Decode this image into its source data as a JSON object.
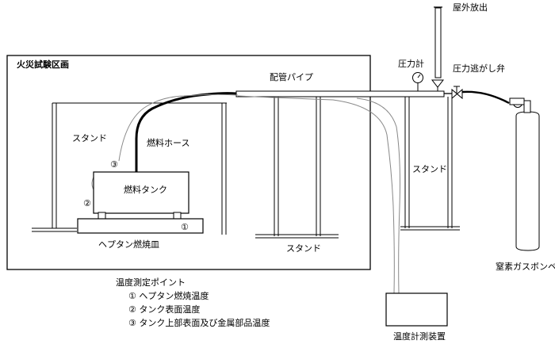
{
  "diagram": {
    "area_title": "火災試験区画",
    "outdoor_release": "屋外放出",
    "pressure_gauge": "圧力計",
    "relief_valve": "圧力逃がし弁",
    "piping": "配管パイプ",
    "stand_left": "スタンド",
    "stand_middle": "スタンド",
    "stand_right": "スタンド",
    "fuel_hose": "燃料ホース",
    "fuel_tank": "燃料タンク",
    "heptane_pan": "ヘプタン燃焼皿",
    "nitrogen_cylinder": "窒素ガスボンベ",
    "temp_device": "温度計測装置",
    "marker_1": "①",
    "marker_2": "②",
    "marker_3": "③"
  },
  "legend": {
    "title": "温度測定ポイント",
    "items": [
      "① ヘプタン燃焼温度",
      "② タンク表面温度",
      "③ タンク上部表面及び金属部品温度"
    ]
  }
}
